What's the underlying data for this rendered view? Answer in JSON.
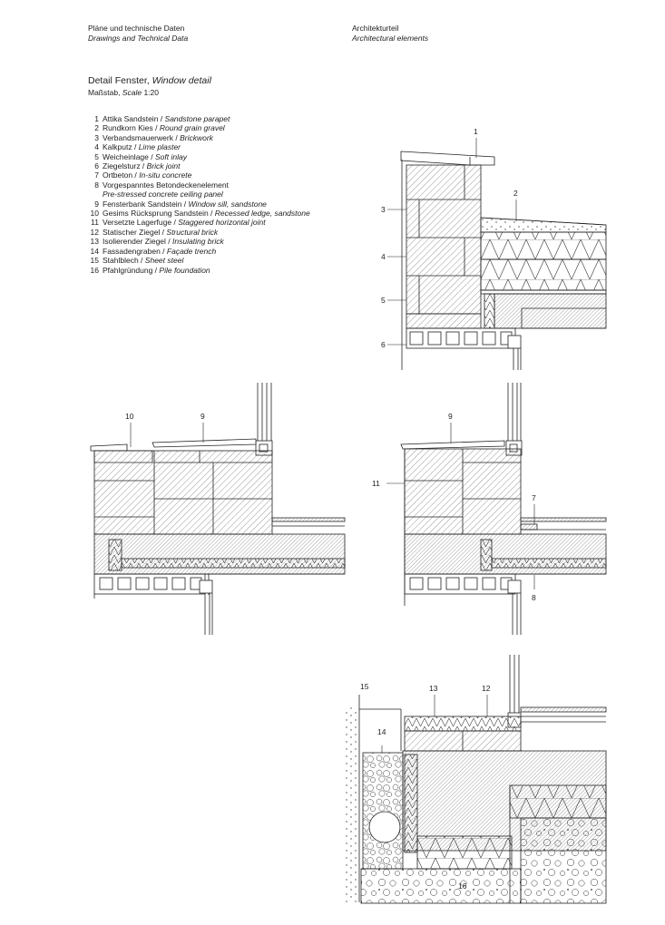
{
  "header": {
    "left_line1": "Pläne und technische Daten",
    "left_line2": "Drawings and Technical Data",
    "right_line1": "Architekturteil",
    "right_line2": "Architectural elements"
  },
  "title": {
    "de": "Detail Fenster,",
    "en": "Window detail"
  },
  "scale": {
    "de": "Maßstab,",
    "en": "Scale",
    "value": "1:20"
  },
  "legend": [
    {
      "num": "1",
      "de": "Attika Sandstein /",
      "en": "Sandstone parapet"
    },
    {
      "num": "2",
      "de": "Rundkorn Kies /",
      "en": "Round grain gravel"
    },
    {
      "num": "3",
      "de": "Verbandsmauerwerk /",
      "en": "Brickwork"
    },
    {
      "num": "4",
      "de": "Kalkputz /",
      "en": "Lime plaster"
    },
    {
      "num": "5",
      "de": "Weicheinlage /",
      "en": "Soft inlay"
    },
    {
      "num": "6",
      "de": "Ziegelsturz /",
      "en": "Brick joint"
    },
    {
      "num": "7",
      "de": "Ortbeton /",
      "en": "In-situ concrete"
    },
    {
      "num": "8",
      "de": "Vorgespanntes Betondeckenelement",
      "en": ""
    },
    {
      "num": "",
      "de": "",
      "en": "Pre-stressed concrete ceiling panel"
    },
    {
      "num": "9",
      "de": "Fensterbank Sandstein /",
      "en": "Window sill, sandstone"
    },
    {
      "num": "10",
      "de": "Gesims Rücksprung Sandstein /",
      "en": "Recessed ledge, sandstone"
    },
    {
      "num": "11",
      "de": "Versetzte Lagerfuge /",
      "en": "Staggered horizontal joint"
    },
    {
      "num": "12",
      "de": "Statischer Ziegel /",
      "en": "Structural brick"
    },
    {
      "num": "13",
      "de": "Isolierender Ziegel /",
      "en": "Insulating brick"
    },
    {
      "num": "14",
      "de": "Fassadengraben /",
      "en": "Façade trench"
    },
    {
      "num": "15",
      "de": "Stahlblech /",
      "en": "Sheet steel"
    },
    {
      "num": "16",
      "de": "Pfahlgründung /",
      "en": "Pile foundation"
    }
  ],
  "callouts": {
    "c1": "1",
    "c2": "2",
    "c3": "3",
    "c4": "4",
    "c5": "5",
    "c6": "6",
    "c10": "10",
    "c9a": "9",
    "c9b": "9",
    "c11": "11",
    "c7": "7",
    "c8": "8",
    "c15": "15",
    "c14": "14",
    "c13": "13",
    "c12": "12",
    "c16": "16"
  }
}
